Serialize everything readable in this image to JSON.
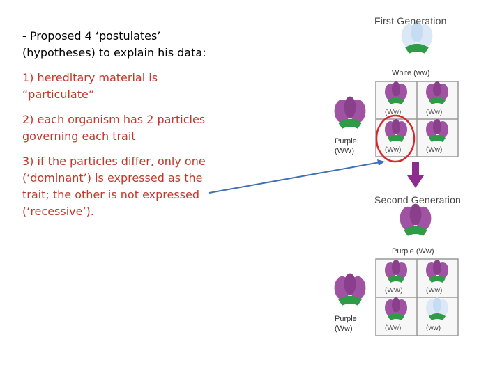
{
  "bullets": {
    "intro": "- Proposed 4 ‘postulates’ (hypotheses) to explain his data:",
    "p1": "1) hereditary material is “particulate”",
    "p2": "2) each organism has 2 particles governing each trait",
    "p3": "3) if the particles differ, only one (‘dominant’) is expressed as the trait; the other is not expressed (‘recessive’)."
  },
  "diagram": {
    "first_generation": "First Generation",
    "white_parent": "White (ww)",
    "purple_parent_1": "Purple",
    "purple_parent_1_genotype": "(WW)",
    "grid1": [
      "(Ww)",
      "(Ww)",
      "(Ww)",
      "(Ww)"
    ],
    "second_generation": "Second Generation",
    "purple_f1": "Purple (Ww)",
    "purple_parent_2": "Purple",
    "purple_parent_2_genotype": "(Ww)",
    "grid2": [
      "(WW)",
      "(Ww)",
      "(Ww)",
      "(ww)"
    ]
  },
  "colors": {
    "purple_flower": "#9b4a9e",
    "white_flower": "#d6e7f7",
    "leaf": "#2e9b46",
    "arrow_blue": "#3f6fb0",
    "arrow_purple": "#8e2b8f",
    "highlight_circle": "#d8282d"
  }
}
